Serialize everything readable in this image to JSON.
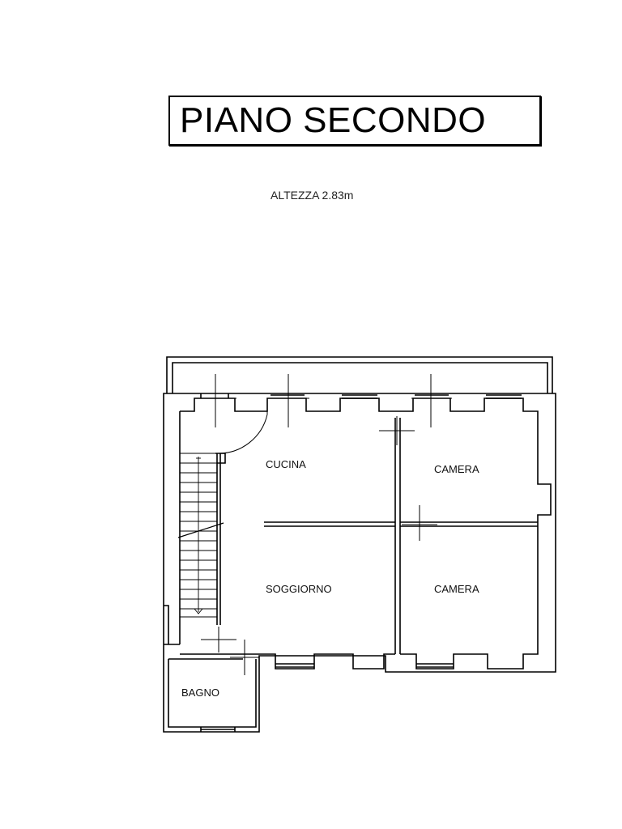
{
  "title": "PIANO SECONDO",
  "height_note": "ALTEZZA 2.83m",
  "rooms": {
    "cucina": "CUCINA",
    "camera_top": "CAMERA",
    "soggiorno": "SOGGIORNO",
    "camera_bottom": "CAMERA",
    "bagno": "BAGNO"
  }
}
